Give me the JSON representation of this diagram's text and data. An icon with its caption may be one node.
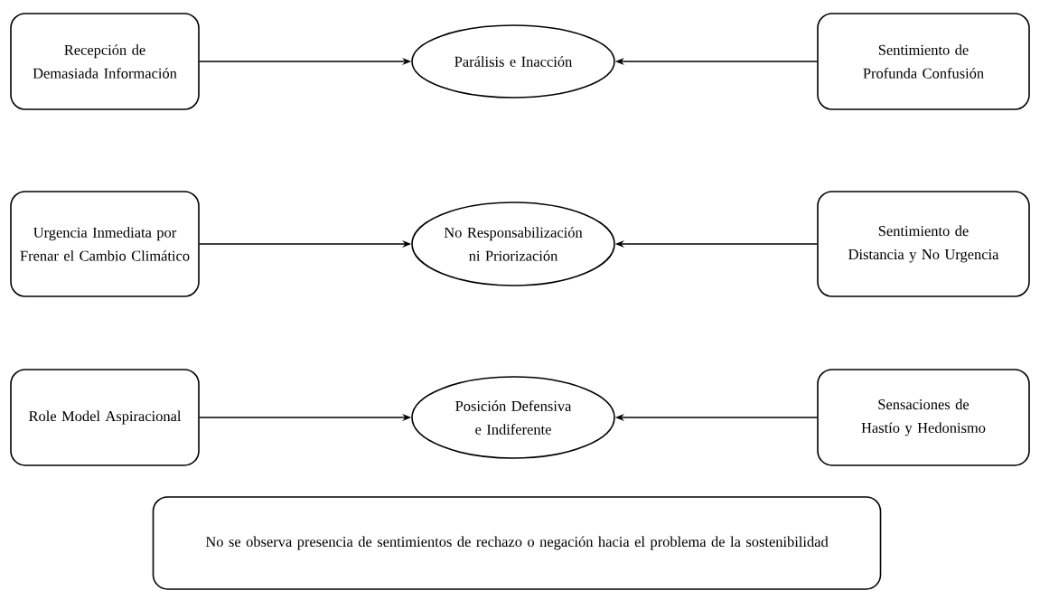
{
  "diagram": {
    "nodes": [
      {
        "text": [
          "Recepción de Demasiada Información"
        ]
      },
      {
        "text": [
          "Parálisis e Inacción"
        ]
      },
      {
        "text": [
          "Sentimiento de Profunda Confusión"
        ]
      },
      {
        "text": [
          "Urgencia Inmediata por Frenar el Cambio Climático"
        ]
      },
      {
        "text": [
          "No Responsabilización ni Priorización"
        ]
      },
      {
        "text": [
          "Sentimiento de Distancia y No Urgencia"
        ]
      },
      {
        "text": [
          "Role Model Aspiracional"
        ]
      },
      {
        "text": [
          "Posición Defensiva e Indiferente"
        ]
      },
      {
        "text": [
          "Sensaciones de Hastío y Hedonismo"
        ]
      },
      {
        "text": [
          "No se observa presencia de sentimientos de rechazo o negación hacia el problema de la sostenibilidad"
        ]
      }
    ],
    "edges": [
      {
        "from": 0,
        "to": 1,
        "arrow": "to"
      },
      {
        "from": 2,
        "to": 1,
        "arrow": "to"
      },
      {
        "from": 3,
        "to": 4,
        "arrow": "to"
      },
      {
        "from": 5,
        "to": 4,
        "arrow": "to"
      },
      {
        "from": 6,
        "to": 7,
        "arrow": "to"
      },
      {
        "from": 8,
        "to": 7,
        "arrow": "to"
      }
    ]
  }
}
